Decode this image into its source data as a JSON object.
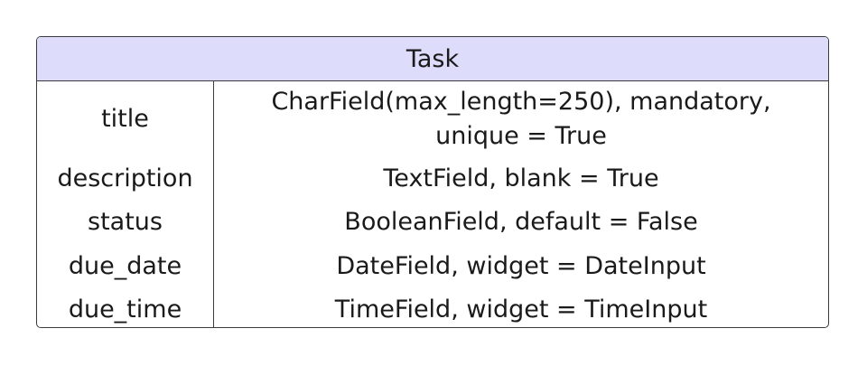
{
  "entity": {
    "title": "Task",
    "fields": [
      {
        "name": "title",
        "type": "CharField(max_length=250), mandatory, unique = True"
      },
      {
        "name": "description",
        "type": "TextField, blank = True"
      },
      {
        "name": "status",
        "type": "BooleanField, default = False"
      },
      {
        "name": "due_date",
        "type": "DateField, widget = DateInput"
      },
      {
        "name": "due_time",
        "type": "TimeField, widget = TimeInput"
      }
    ]
  }
}
